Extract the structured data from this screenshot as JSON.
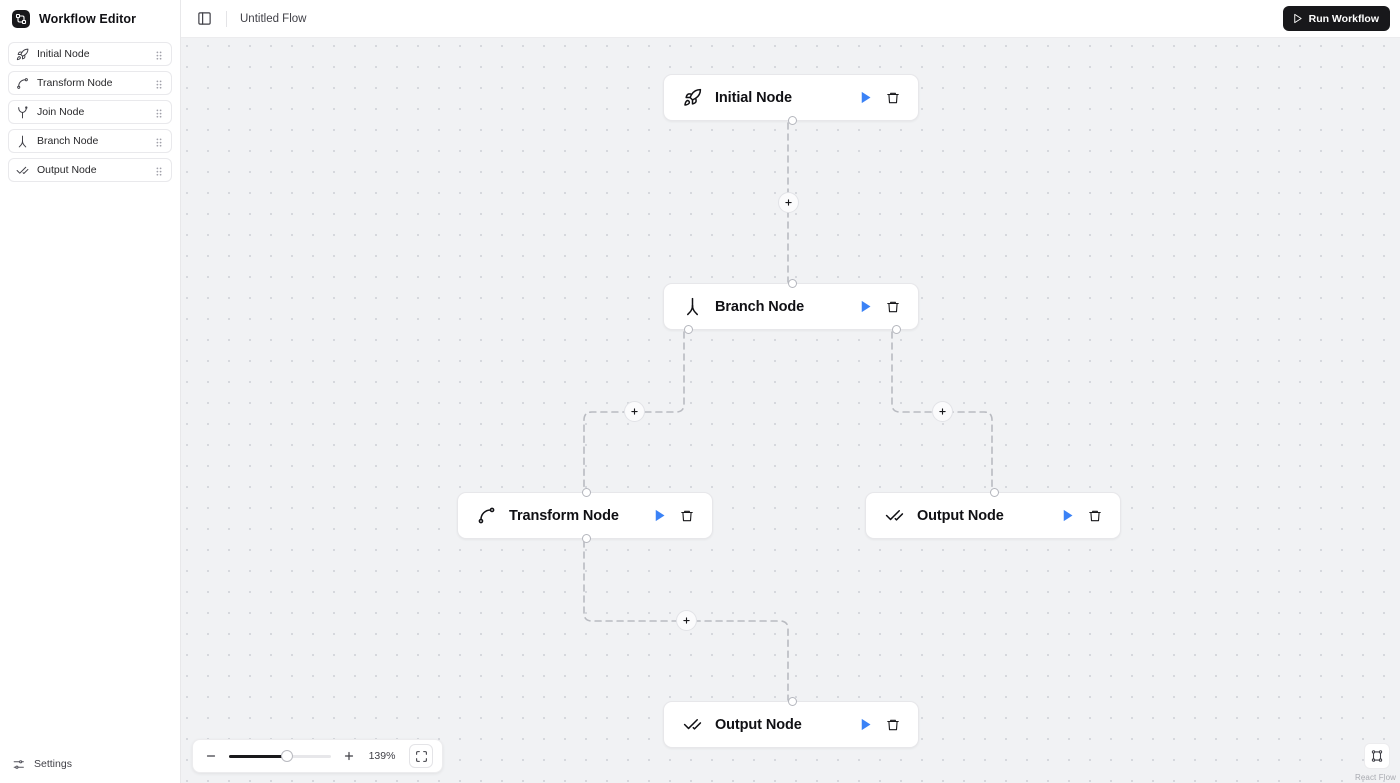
{
  "sidebar": {
    "logo_icon": "workflow-logo-icon",
    "title": "Workflow Editor",
    "items": [
      {
        "label": "Initial Node",
        "icon": "rocket-icon",
        "handle_icon": "drag-handle-icon"
      },
      {
        "label": "Transform Node",
        "icon": "spline-icon",
        "handle_icon": "drag-handle-icon"
      },
      {
        "label": "Join Node",
        "icon": "git-merge-icon",
        "handle_icon": "drag-handle-icon"
      },
      {
        "label": "Branch Node",
        "icon": "git-branch-icon",
        "handle_icon": "drag-handle-icon"
      },
      {
        "label": "Output Node",
        "icon": "check-check-icon",
        "handle_icon": "drag-handle-icon"
      }
    ],
    "footer": {
      "label": "Settings",
      "icon": "sliders-icon"
    }
  },
  "topbar": {
    "panel_toggle_icon": "panel-left-icon",
    "flow_name": "Untitled Flow",
    "run_label": "Run Workflow",
    "run_icon": "play-outline-icon"
  },
  "canvas": {
    "nodes": [
      {
        "id": "initial",
        "title": "Initial Node",
        "icon": "rocket-icon",
        "run_icon": "play-icon",
        "delete_icon": "trash-icon"
      },
      {
        "id": "branch",
        "title": "Branch Node",
        "icon": "git-branch-icon",
        "run_icon": "play-icon",
        "delete_icon": "trash-icon"
      },
      {
        "id": "transform",
        "title": "Transform Node",
        "icon": "spline-icon",
        "run_icon": "play-icon",
        "delete_icon": "trash-icon"
      },
      {
        "id": "output1",
        "title": "Output Node",
        "icon": "check-check-icon",
        "run_icon": "play-icon",
        "delete_icon": "trash-icon"
      },
      {
        "id": "output2",
        "title": "Output Node",
        "icon": "check-check-icon",
        "run_icon": "play-icon",
        "delete_icon": "trash-icon"
      }
    ],
    "edge_add_label": "+",
    "edge_count": 4
  },
  "controls": {
    "zoom_out_label": "−",
    "zoom_in_label": "+",
    "zoom_level": "139%",
    "slider_percent": 57,
    "fit_view_icon": "maximize-icon",
    "minimap_icon": "minimap-icon",
    "attribution": "React Flow"
  },
  "colors": {
    "accent_blue": "#3b82f6",
    "dark": "#18181b",
    "canvas_bg": "#f1f2f4",
    "dot": "#d6d8dd",
    "edge": "#b9bbc1"
  }
}
